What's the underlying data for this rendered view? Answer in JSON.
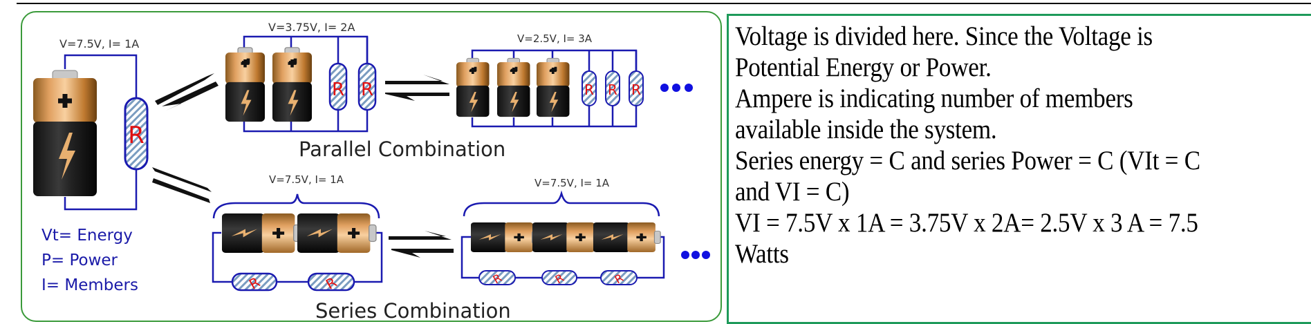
{
  "diagram": {
    "single": {
      "label": "V=7.5V, I= 1A",
      "resistor": "R"
    },
    "parallel_two": {
      "label": "V=3.75V, I= 2A",
      "resistor": "R"
    },
    "parallel_three": {
      "label": "V=2.5V, I= 3A",
      "resistor": "R"
    },
    "parallel_title": "Parallel Combination",
    "series_two": {
      "label": "V=7.5V, I= 1A",
      "resistor": "R"
    },
    "series_three": {
      "label": "V=7.5V, I= 1A",
      "resistor": "R"
    },
    "series_title": "Series Combination",
    "legend": [
      "Vt= Energy",
      "P= Power",
      "I= Members"
    ],
    "ellipsis": "•••",
    "colors": {
      "wire": "#1a1ab0",
      "resistor_text": "#e01010",
      "panel_border": "#3a9a3a",
      "legend_text": "#1a1aa8"
    }
  },
  "explanation": {
    "lines": [
      "Voltage is divided here. Since the Voltage is",
      "Potential Energy or Power.",
      "Ampere is indicating number of members",
      "available inside the system.",
      "Series energy = C and series Power = C (VIt = C",
      "and VI = C)",
      "VI = 7.5V x 1A = 3.75V x 2A= 2.5V x 3 A = 7.5",
      "Watts"
    ],
    "border_color": "#1e9a5a"
  }
}
